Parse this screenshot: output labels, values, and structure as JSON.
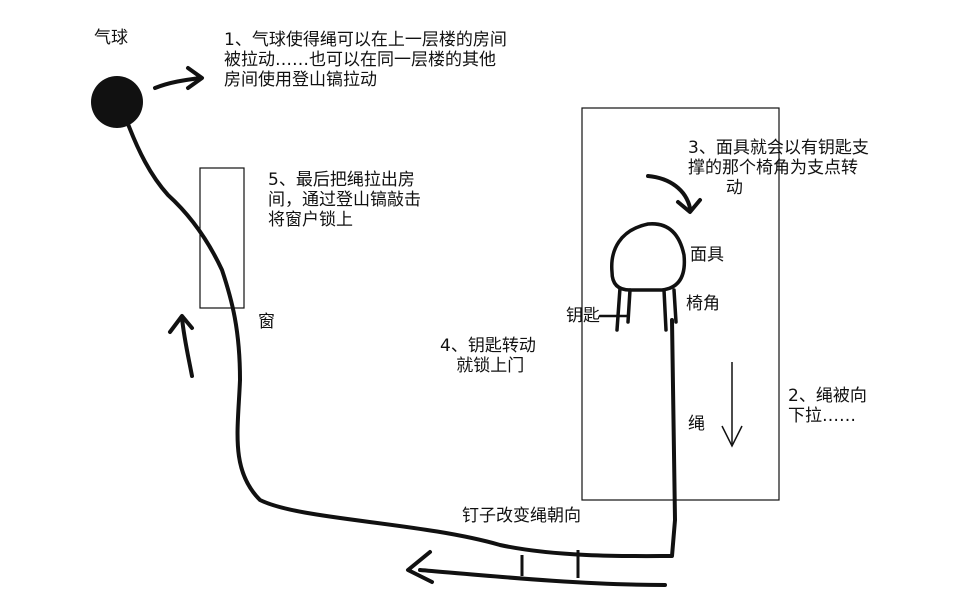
{
  "labels": {
    "balloon": "气球",
    "step1": "1、气球使得绳可以在上一层楼的房间\n被拉动……也可以在同一层楼的其他\n房间使用登山镐拉动",
    "step5": "5、最后把绳拉出房\n间，通过登山镐敲击\n将窗户锁上",
    "window": "窗",
    "step3": "3、面具就会以有钥匙支\n撑的那个椅角为支点转\n       动",
    "mask": "面具",
    "key": "钥匙",
    "chair_leg": "椅角",
    "step4": "4、钥匙转动\n   就锁上门",
    "step2": "2、绳被向\n下拉……",
    "rope": "绳",
    "nail": "钉子改变绳朝向"
  },
  "colors": {
    "ink": "#111111",
    "background": "#ffffff"
  }
}
